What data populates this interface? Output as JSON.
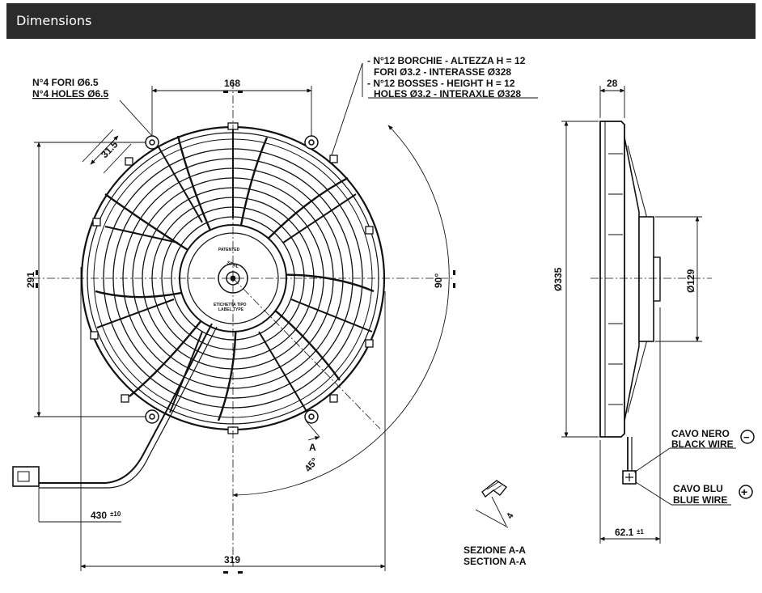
{
  "header": {
    "title": "Dimensions"
  },
  "labels": {
    "holes_it": "N°4 FORI Ø6.5",
    "holes_en": "N°4 HOLES Ø6.5",
    "bosses_it_1": "- N°12 BORCHIE - ALTEZZA H = 12",
    "bosses_it_2": "FORI Ø3.2 - INTERASSE Ø328",
    "bosses_en_1": "- N°12 BOSSES - HEIGHT H = 12",
    "bosses_en_2": "HOLES Ø3.2 - INTERAXLE Ø328",
    "dim_168": "168",
    "dim_31_5": "31.5",
    "dim_291": "291",
    "dim_90": "90°",
    "dim_45": "45°",
    "dim_319": "319",
    "dim_430": "430",
    "dim_430_tol": "±10",
    "section_marker": "A",
    "patented": "PATENTED",
    "brand": "SPAL",
    "etichetta_1": "ETICHETTA TIPO",
    "etichetta_2": "LABEL TYPE",
    "dim_28": "28",
    "dim_335": "Ø335",
    "dim_129": "Ø129",
    "dim_62_1": "62.1",
    "dim_62_1_tol": "±1",
    "dim_4": "4",
    "section_it": "SEZIONE A-A",
    "section_en": "SECTION A-A",
    "black_wire_it": "CAVO NERO",
    "black_wire_en": "BLACK WIRE",
    "blue_wire_it": "CAVO BLU",
    "blue_wire_en": "BLUE WIRE",
    "minus_symbol": "−",
    "plus_symbol": "+"
  }
}
